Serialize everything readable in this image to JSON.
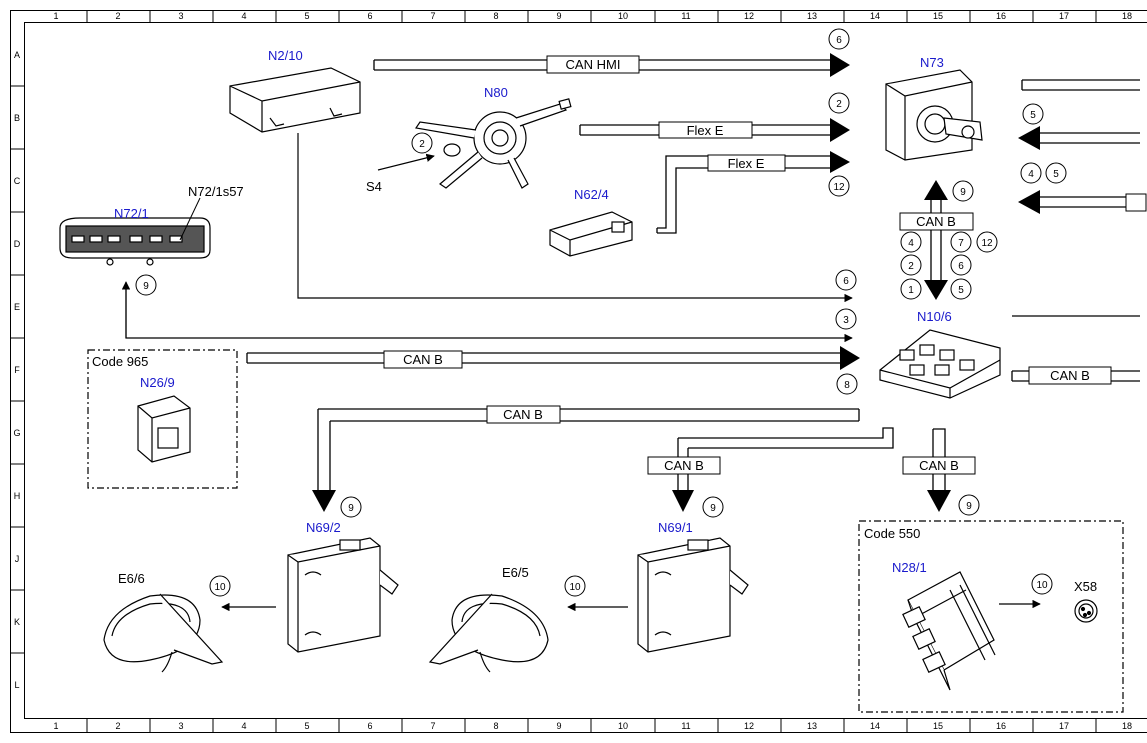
{
  "grid": {
    "columns": [
      "1",
      "2",
      "3",
      "4",
      "5",
      "6",
      "7",
      "8",
      "9",
      "10",
      "11",
      "12",
      "13",
      "14",
      "15",
      "16",
      "17",
      "18"
    ],
    "rows": [
      "A",
      "B",
      "C",
      "D",
      "E",
      "F",
      "G",
      "H",
      "J",
      "K",
      "L"
    ]
  },
  "components": {
    "n2_10": "N2/10",
    "n80": "N80",
    "n73": "N73",
    "n62_4": "N62/4",
    "n72_1": "N72/1",
    "n72_1s57": "N72/1s57",
    "s4": "S4",
    "n10_6": "N10/6",
    "n26_9": "N26/9",
    "n69_2": "N69/2",
    "n69_1": "N69/1",
    "n28_1": "N28/1",
    "e6_6": "E6/6",
    "e6_5": "E6/5",
    "x58": "X58"
  },
  "codes": {
    "code_965": "Code 965",
    "code_550": "Code 550"
  },
  "buses": {
    "can_hmi": "CAN HMI",
    "flex_e_1": "Flex E",
    "flex_e_2": "Flex E",
    "can_b_n73": "CAN B",
    "can_b_n26": "CAN B",
    "can_b_n69_2": "CAN B",
    "can_b_n69_1": "CAN B",
    "can_b_n28": "CAN B",
    "can_b_right": "CAN B"
  },
  "signals": {
    "s_6a": "6",
    "s_2a": "2",
    "s_12a": "12",
    "s_2n80": "2",
    "s_5a": "5",
    "s_4a": "4",
    "s_5b": "5",
    "s_9a": "9",
    "s_4b": "4",
    "s_7": "7",
    "s_12b": "12",
    "s_2b": "2",
    "s_6b": "6",
    "s_1": "1",
    "s_5c": "5",
    "s_6c": "6",
    "s_3": "3",
    "s_8": "8",
    "s_9n72": "9",
    "s_9n69_2": "9",
    "s_9n69_1": "9",
    "s_9n28": "9",
    "s_10e66": "10",
    "s_10e65": "10",
    "s_10x58": "10"
  }
}
